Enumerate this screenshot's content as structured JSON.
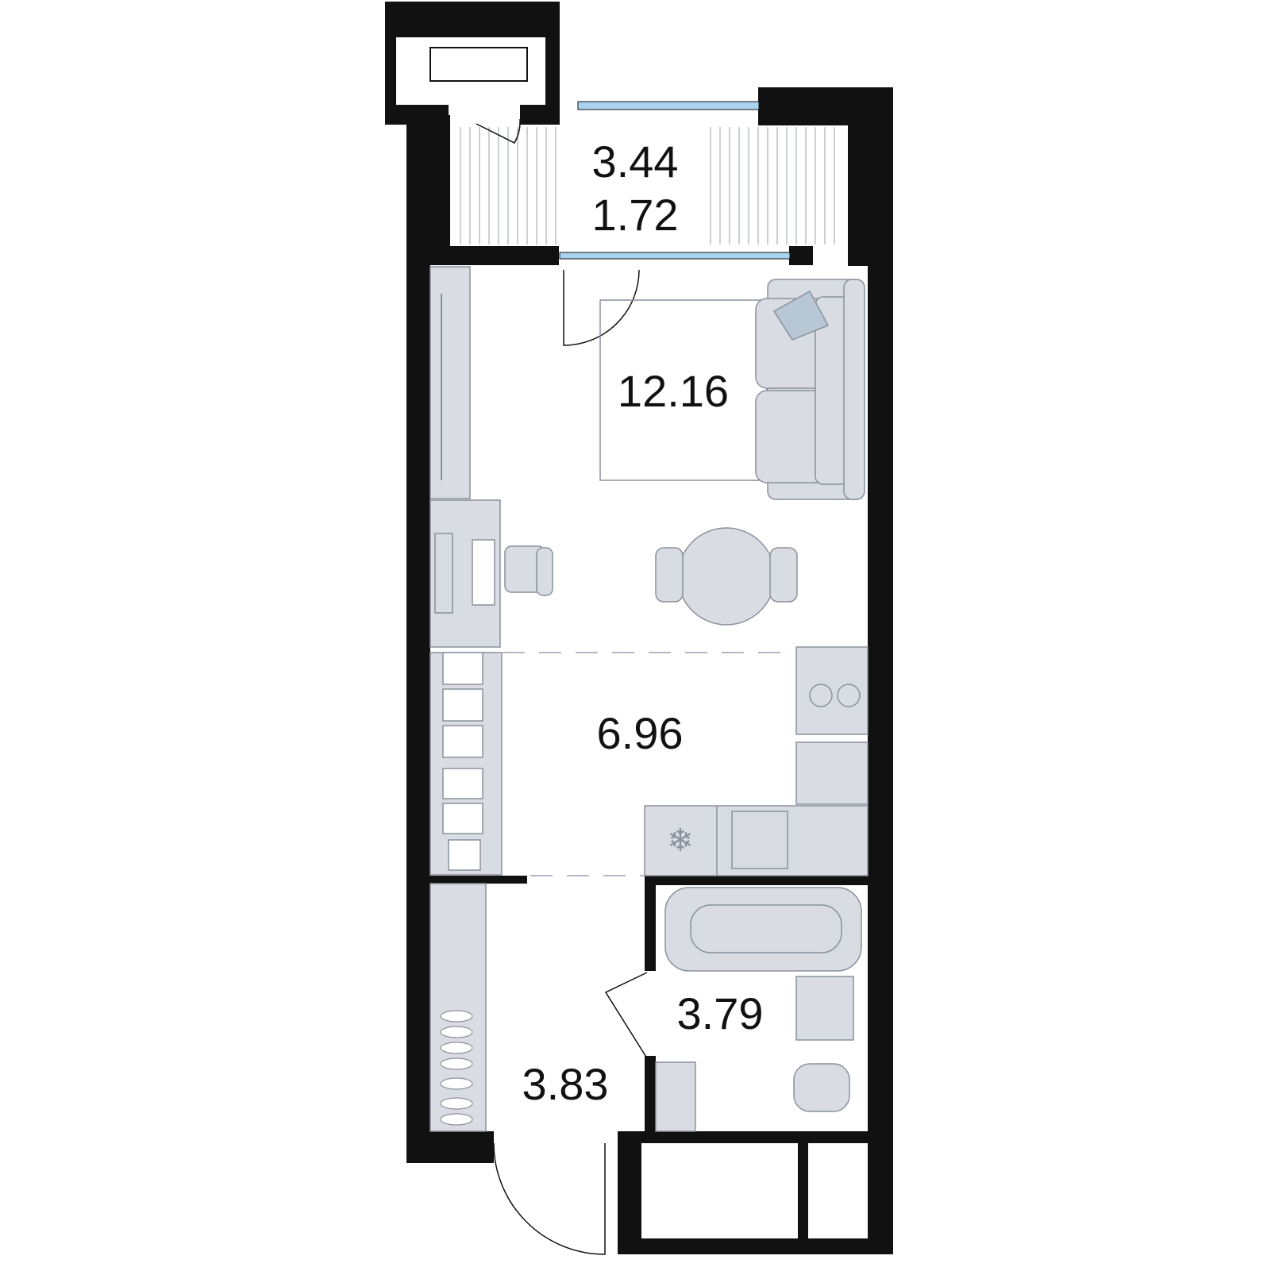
{
  "plan": {
    "balcony": {
      "area_total": "3.44",
      "area_counted": "1.72"
    },
    "living_room": {
      "area": "12.16"
    },
    "kitchen": {
      "area": "6.96"
    },
    "bathroom": {
      "area": "3.79"
    },
    "hallway": {
      "area": "3.83"
    }
  },
  "colors": {
    "wall": "#111111",
    "furniture_fill": "#d9dde3",
    "furniture_stroke": "#8a919b",
    "window_glass": "#a9d3f0",
    "background": "#ffffff"
  },
  "icons": {
    "fridge": "snowflake-icon",
    "sofa": "sofa-icon",
    "table": "round-table-icon"
  }
}
